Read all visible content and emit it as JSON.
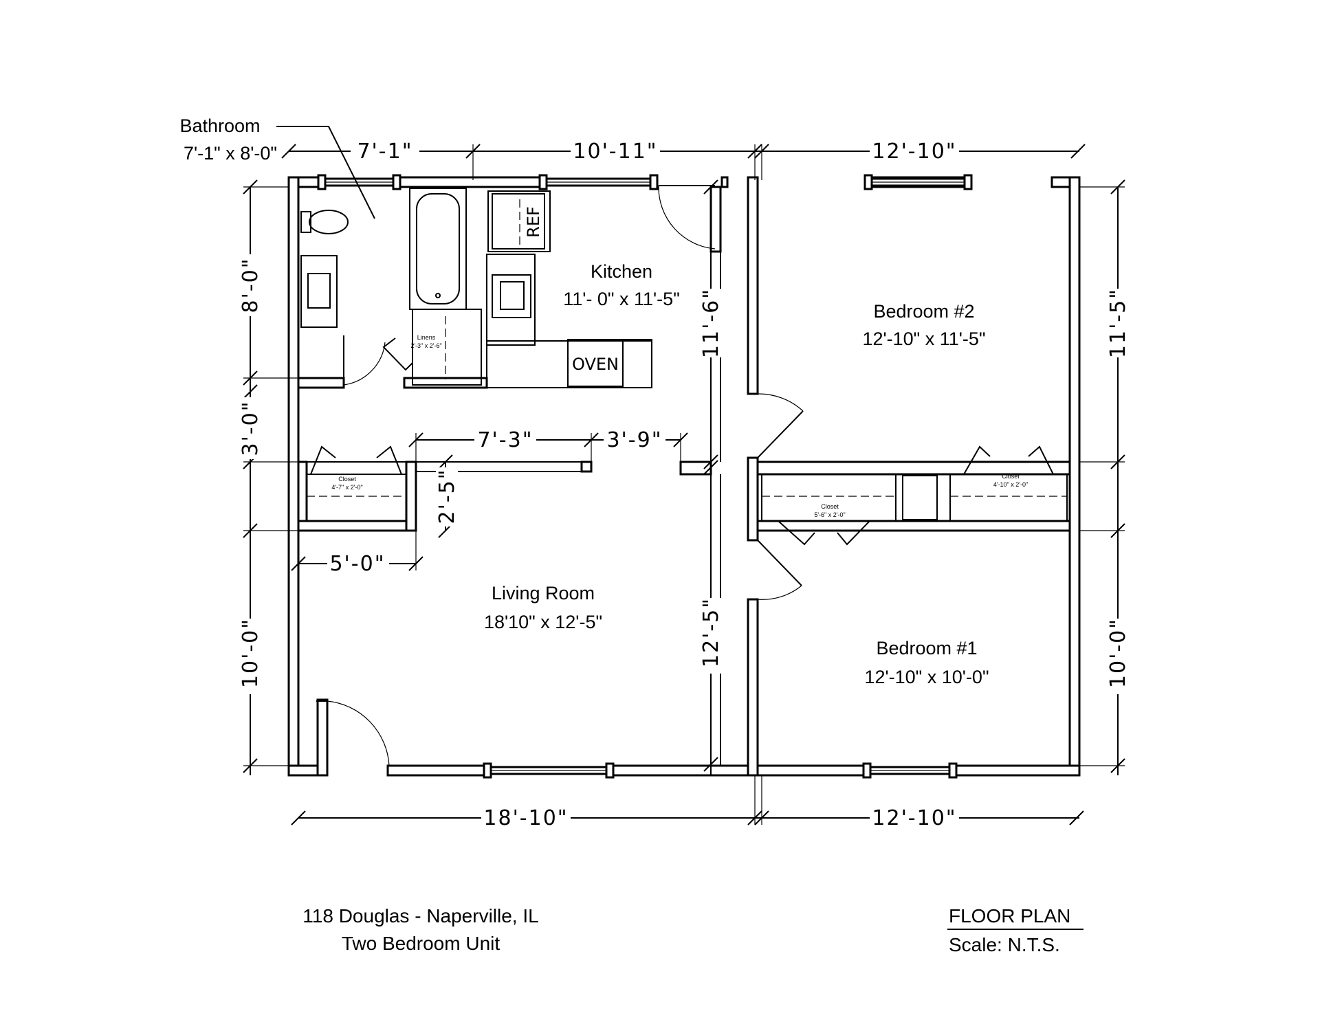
{
  "rooms": {
    "bathroom": {
      "name": "Bathroom",
      "size": "7'-1\" x 8'-0\""
    },
    "kitchen": {
      "name": "Kitchen",
      "size": "11'- 0\" x 11'-5\""
    },
    "bedroom2": {
      "name": "Bedroom #2",
      "size": "12'-10\" x 11'-5\""
    },
    "living": {
      "name": "Living Room",
      "size": "18'10\" x 12'-5\""
    },
    "bedroom1": {
      "name": "Bedroom #1",
      "size": "12'-10\" x 10'-0\""
    }
  },
  "closets": {
    "linens": {
      "name": "Linens",
      "size": "2'-3\" x 2'-6\""
    },
    "closet_left": {
      "name": "Closet",
      "size": "4'-7\" x 2'-0\""
    },
    "closet_mid": {
      "name": "Closet",
      "size": "5'-6\" x 2'-0\""
    },
    "closet_right": {
      "name": "Closet",
      "size": "4'-10\" x 2'-0\""
    }
  },
  "appliances": {
    "ref": "REF",
    "oven": "OVEN"
  },
  "dimensions": {
    "top_bath": "7'-1\"",
    "top_kitchen": "10'-11\"",
    "top_bedroom": "12'-10\"",
    "bottom_living": "18'-10\"",
    "bottom_bedroom": "12'-10\"",
    "left_bath": "8'-0\"",
    "left_hall": "3'-0\"",
    "left_living": "10'-0\"",
    "right_bedroom2": "11'-5\"",
    "right_bedroom1": "10'-0\"",
    "kitchen_height": "11'-6\"",
    "living_height": "12'-5\"",
    "inner_wall": "7'-3\"",
    "inner_opening": "3'-9\"",
    "closet_depth": "2'-5\"",
    "entry_offset": "5'-0\""
  },
  "footer": {
    "address": "118 Douglas - Naperville, IL",
    "unit": "Two Bedroom Unit",
    "title": "FLOOR PLAN",
    "scale": "Scale:  N.T.S."
  }
}
